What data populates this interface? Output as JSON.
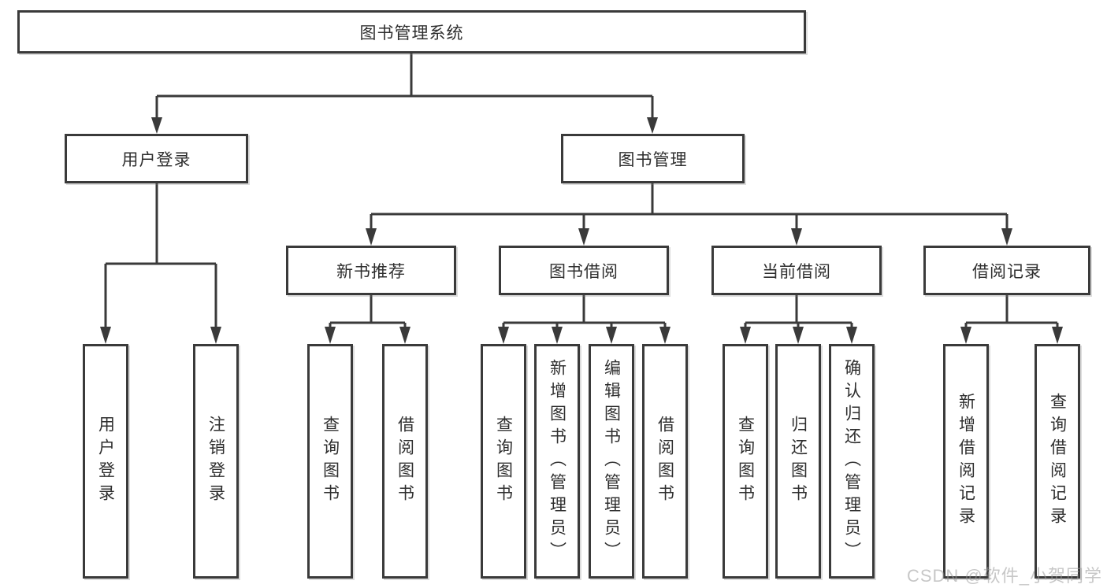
{
  "tree": {
    "root": {
      "label": "图书管理系统"
    },
    "branches": [
      {
        "label": "用户登录",
        "children": [
          {
            "label": "用户登录"
          },
          {
            "label": "注销登录"
          }
        ]
      },
      {
        "label": "图书管理",
        "children": [
          {
            "label": "新书推荐",
            "children": [
              {
                "label": "查询图书"
              },
              {
                "label": "借阅图书"
              }
            ]
          },
          {
            "label": "图书借阅",
            "children": [
              {
                "label": "查询图书"
              },
              {
                "label": "新增图书（管理员）"
              },
              {
                "label": "编辑图书（管理员）"
              },
              {
                "label": "借阅图书"
              }
            ]
          },
          {
            "label": "当前借阅",
            "children": [
              {
                "label": "查询图书"
              },
              {
                "label": "归还图书"
              },
              {
                "label": "确认归还（管理员）"
              }
            ]
          },
          {
            "label": "借阅记录",
            "children": [
              {
                "label": "新增借阅记录"
              },
              {
                "label": "查询借阅记录"
              }
            ]
          }
        ]
      }
    ]
  },
  "watermark": {
    "text": "CSDN @软件_小贺同学"
  },
  "colors": {
    "line": "#3a3a3a",
    "box_border": "#3a3a3a",
    "text": "#2e2e2e",
    "watermark": "#9a9a9a",
    "background": "#ffffff"
  }
}
